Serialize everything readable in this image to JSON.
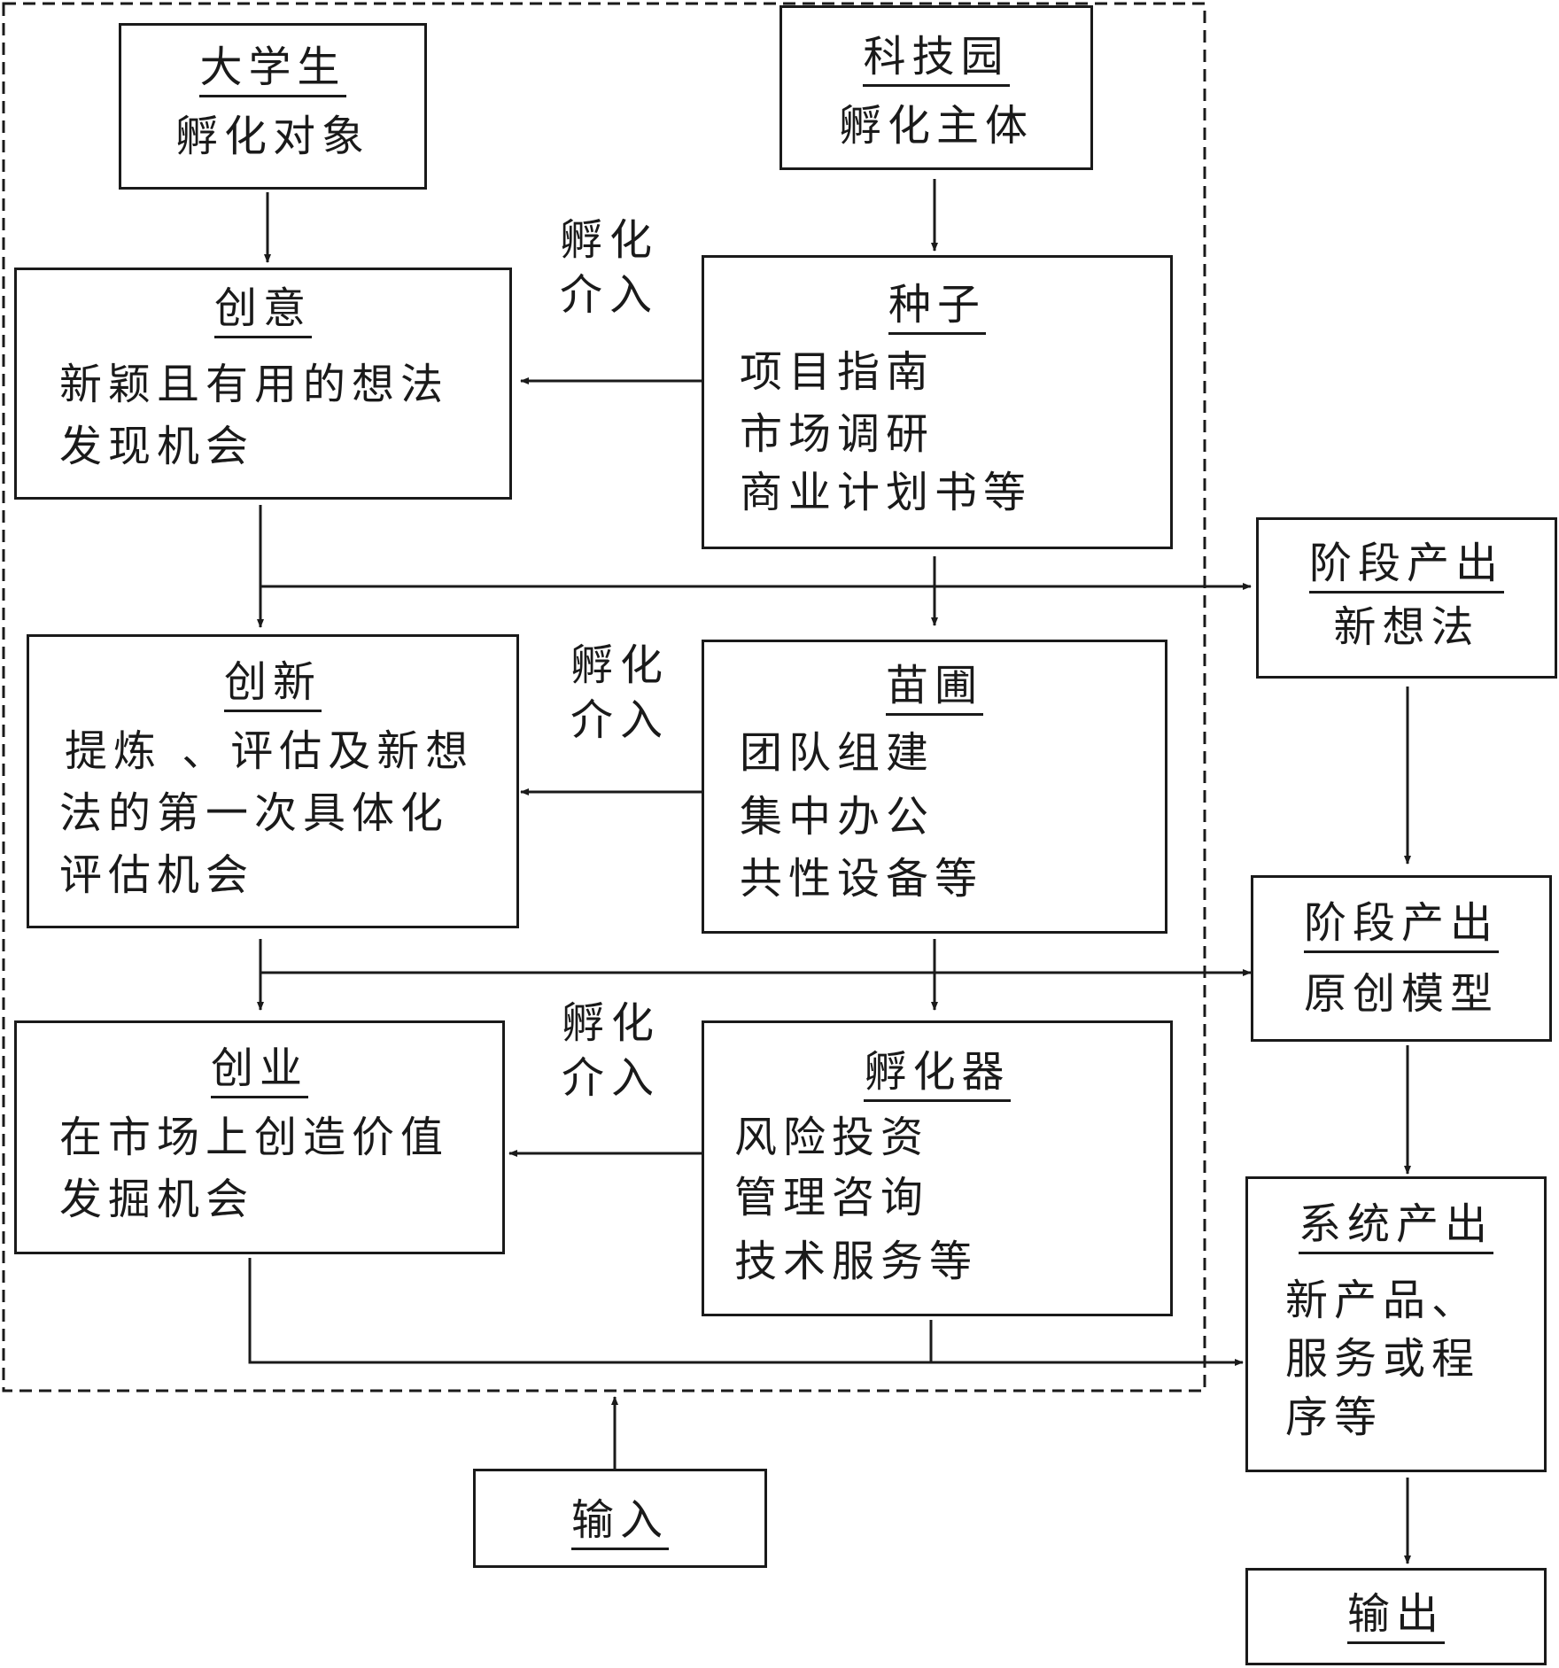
{
  "subject": {
    "title": "大学生",
    "subtitle": "孵化对象"
  },
  "park": {
    "title": "科技园",
    "subtitle": "孵化主体"
  },
  "intervention_label": [
    "孵化",
    "介入"
  ],
  "stages": [
    {
      "left": {
        "title": "创意",
        "lines": [
          "新颖且有用的想法",
          "发现机会"
        ]
      },
      "right": {
        "title": "种子",
        "lines": [
          "项目指南",
          "市场调研",
          "商业计划书等"
        ]
      }
    },
    {
      "left": {
        "title": "创新",
        "lines": [
          "提炼 、评估及新想",
          "法的第一次具体化",
          "评估机会"
        ]
      },
      "right": {
        "title": "苗圃",
        "lines": [
          "团队组建",
          "集中办公",
          "共性设备等"
        ]
      }
    },
    {
      "left": {
        "title": "创业",
        "lines": [
          "在市场上创造价值",
          "发掘机会"
        ]
      },
      "right": {
        "title": "孵化器",
        "lines": [
          "风险投资",
          "管理咨询",
          "技术服务等"
        ]
      }
    }
  ],
  "outputs": [
    {
      "title": "阶段产出",
      "lines": [
        "新想法"
      ]
    },
    {
      "title": "阶段产出",
      "lines": [
        "原创模型"
      ]
    },
    {
      "title": "系统产出",
      "lines": [
        "新产品、",
        "服务或程",
        "序等"
      ]
    }
  ],
  "input_label": "输入",
  "output_label": "输出"
}
